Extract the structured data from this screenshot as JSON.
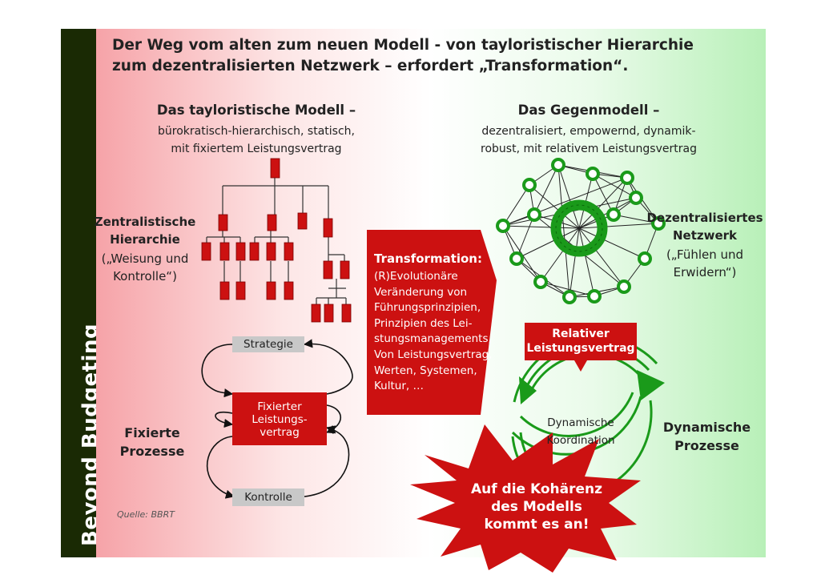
{
  "sidebar": {
    "label": "Beyond Budgeting"
  },
  "title": {
    "line1": "Der Weg vom alten zum neuen Modell -  von tayloristischer Hierarchie",
    "line2": "zum dezentralisierten Netzwerk – erfordert „Transformation“."
  },
  "left_model": {
    "heading": "Das tayloristische Modell –",
    "sub1": "bürokratisch-hierarchisch, statisch,",
    "sub2": "mit fixiertem Leistungsvertrag"
  },
  "right_model": {
    "heading": "Das Gegenmodell –",
    "sub1": "dezentralisiert, empowernd, dynamik-",
    "sub2": "robust, mit relativem Leistungsvertrag"
  },
  "hierarchy_label": {
    "line1": "Zentralistische",
    "line2": "Hierarchie",
    "line3": "(„Weisung und",
    "line4": "Kontrolle“)"
  },
  "network_label": {
    "line1": "Dezentralisiertes",
    "line2": "Netzwerk",
    "line3": "(„Fühlen und",
    "line4": "Erwidern“)"
  },
  "transformation": {
    "heading": "Transformation:",
    "lines": [
      "(R)Evolutionäre",
      "Veränderung von",
      "Führungsprinzipien,",
      "Prinzipien des Lei-",
      "stungsmanagements,",
      "Von Leistungsvertrag,",
      "Werten, Systemen,",
      "Kultur, …"
    ]
  },
  "fixed_cycle": {
    "strategie": "Strategie",
    "contract_line1": "Fixierter",
    "contract_line2": "Leistungs-",
    "contract_line3": "vertrag",
    "kontrolle": "Kontrolle",
    "label_line1": "Fixierte",
    "label_line2": "Prozesse"
  },
  "dynamic_cycle": {
    "contract_line1": "Relativer",
    "contract_line2": "Leistungsvertrag",
    "center_line1": "Dynamische",
    "center_line2": "Koordination",
    "label_line1": "Dynamische",
    "label_line2": "Prozesse"
  },
  "starburst": {
    "line1": "Auf die Kohärenz",
    "line2": "des Modells",
    "line3": "kommt es an!"
  },
  "source": "Quelle: BBRT",
  "colors": {
    "red": "#cc1111",
    "dark_red": "#7a0000",
    "green": "#1a9a1a",
    "dark_green": "#0a6a0a",
    "sidebar": "#1a2a04"
  }
}
